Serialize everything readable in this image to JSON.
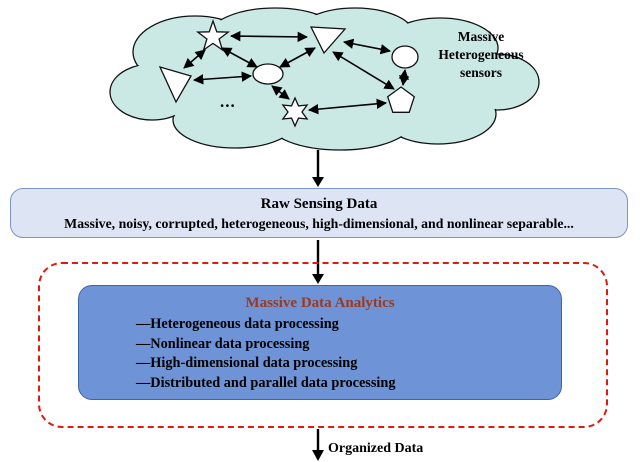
{
  "diagram": {
    "cloud": {
      "label": "Massive\nHeterogeneous\nsensors",
      "ellipsis": "...",
      "node_shapes": [
        "star-5",
        "triangle",
        "circle",
        "kite",
        "ellipse-hub",
        "star-6",
        "pentagon"
      ]
    },
    "raw_box": {
      "title": "Raw Sensing Data",
      "subtitle": "Massive, noisy, corrupted, heterogeneous, high-dimensional, and nonlinear separable..."
    },
    "analytics": {
      "title": "Massive Data Analytics",
      "items": [
        "—Heterogeneous data processing",
        "—Nonlinear data processing",
        "—High-dimensional data processing",
        "—Distributed and parallel data processing"
      ]
    },
    "output_label": "Organized Data",
    "colors": {
      "cloud_fill": "#cbe9e4",
      "raw_box_fill": "#dde4f3",
      "raw_box_border": "#7d95c5",
      "dashed_border": "#e01a10",
      "analytics_fill": "#6e93d7",
      "analytics_border": "#3f63a9",
      "analytics_title": "#9c3a1e",
      "arrow": "#000000"
    }
  }
}
